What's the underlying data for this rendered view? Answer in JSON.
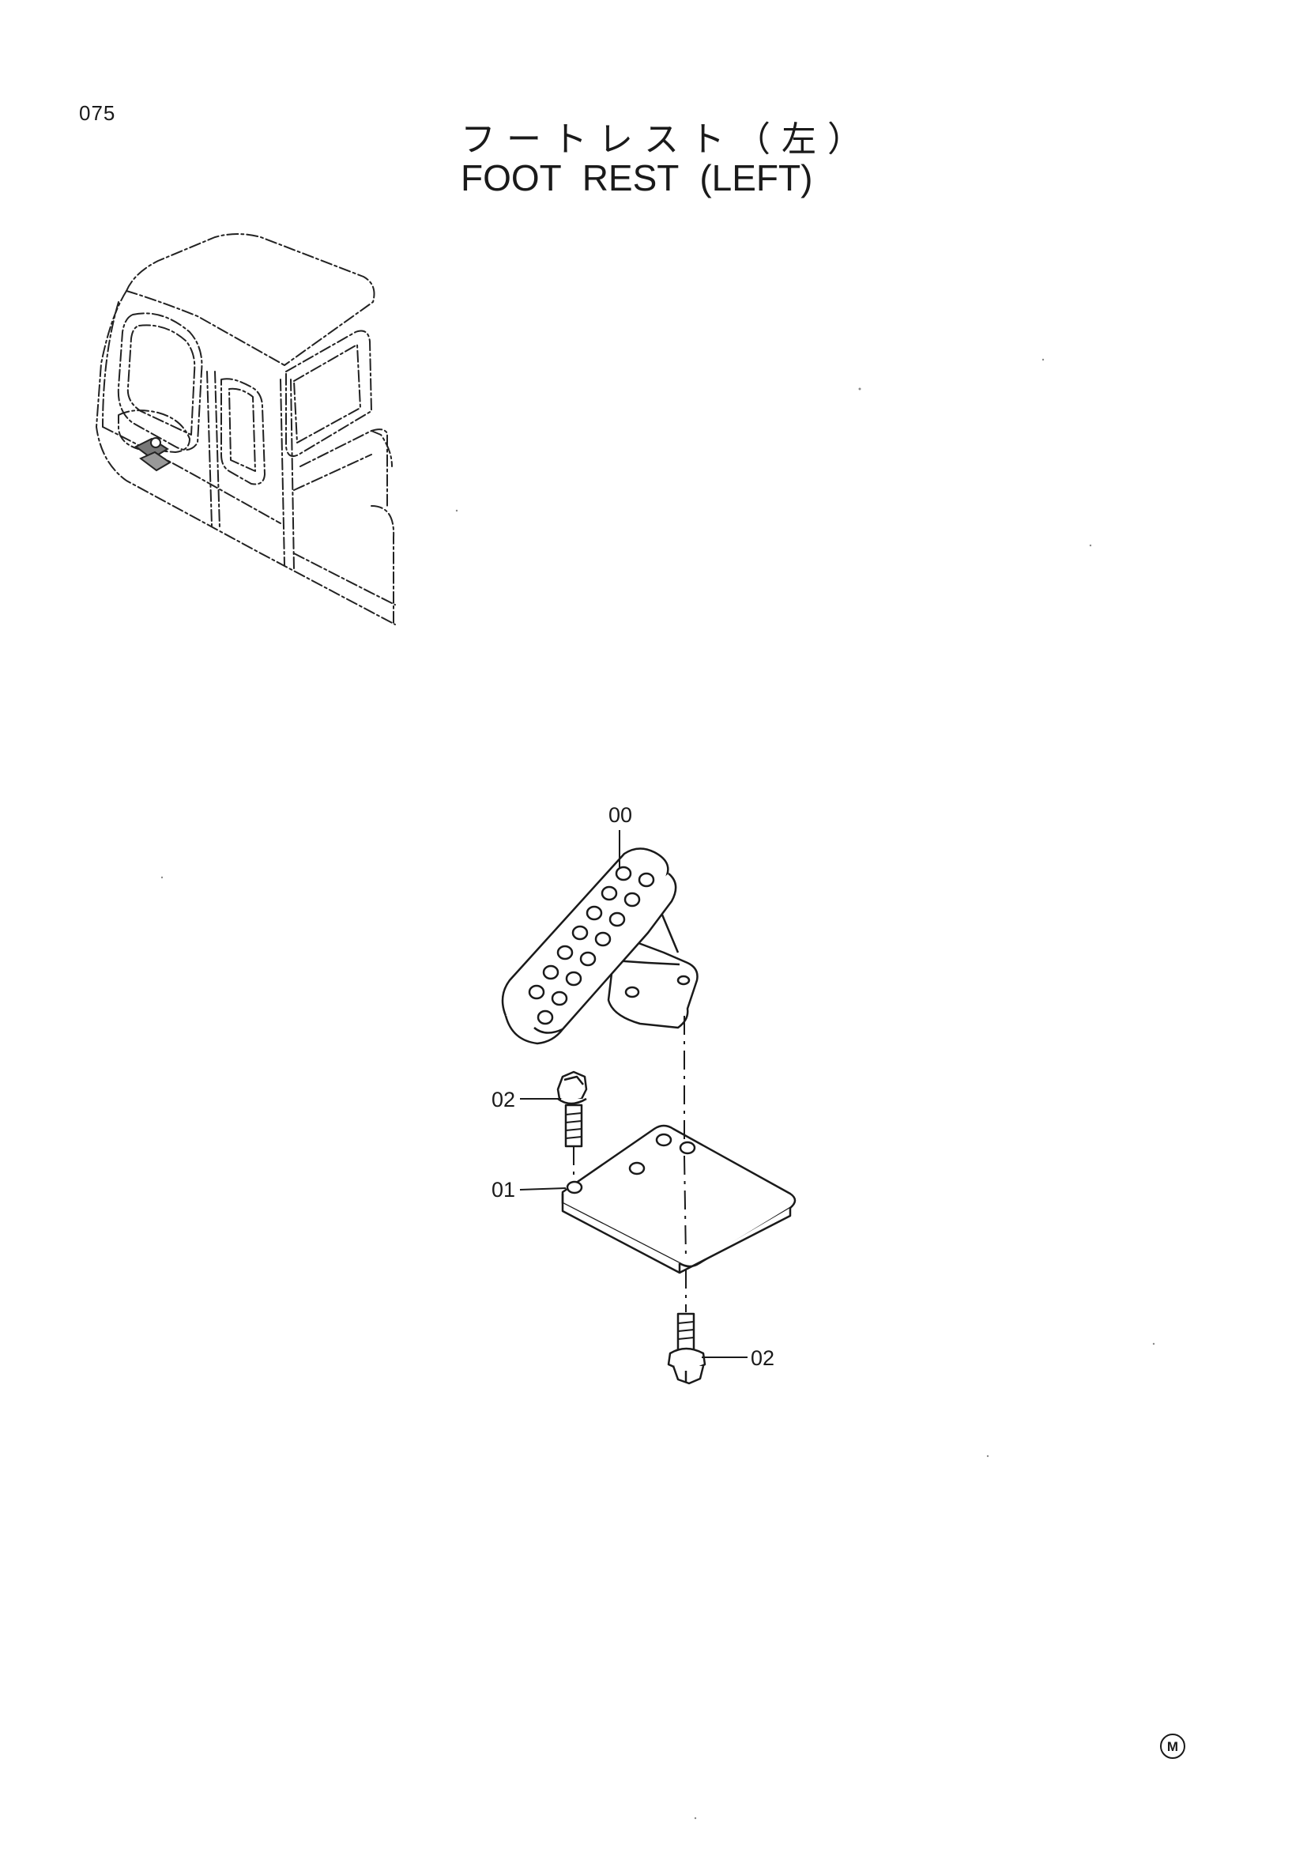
{
  "page": {
    "number": "075",
    "title_jp": "フートレスト（左）",
    "title_en": "FOOT REST (LEFT)"
  },
  "callouts": [
    {
      "id": "foot-rest",
      "label": "00"
    },
    {
      "id": "bolt-top",
      "label": "02"
    },
    {
      "id": "plate",
      "label": "01"
    },
    {
      "id": "bolt-bottom",
      "label": "02"
    }
  ],
  "manufacturer_mark": "M"
}
